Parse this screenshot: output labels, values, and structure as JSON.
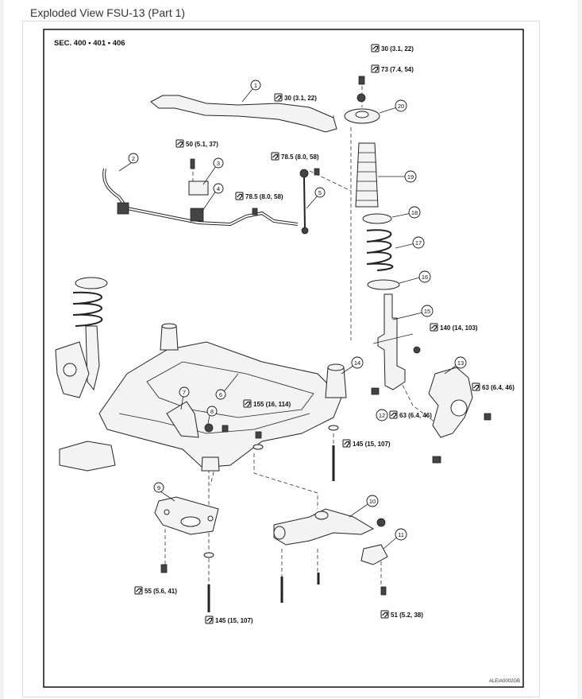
{
  "heading": "Exploded View FSU-13 (Part 1)",
  "section": "SEC. 400 • 401 • 406",
  "figure_code": "ALEIA0002GB",
  "parts": [
    "1",
    "2",
    "3",
    "4",
    "5",
    "6",
    "7",
    "8",
    "9",
    "10",
    "11",
    "12",
    "13",
    "14",
    "15",
    "16",
    "17",
    "18",
    "19",
    "20"
  ],
  "torques": {
    "t30a": "30 (3.1, 22)",
    "t73": "73 (7.4, 54)",
    "t30b": "30 (3.1, 22)",
    "t50": "50 (5.1, 37)",
    "t785a": "78.5 (8.0, 58)",
    "t785b": "78.5 (8.0, 58)",
    "t140": "140 (14, 103)",
    "t63a": "63 (6.4, 46)",
    "t63b": "63 (6.4, 46)",
    "t155": "155 (16, 114)",
    "t145a": "145 (15, 107)",
    "t55": "55 (5.6, 41)",
    "t145b": "145 (15, 107)",
    "t51": "51 (5.2, 38)"
  },
  "icon": "torque-wrench-icon"
}
